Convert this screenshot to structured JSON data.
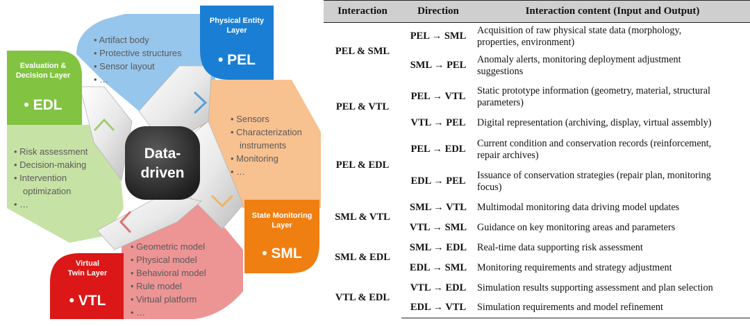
{
  "diagram": {
    "center": [
      "Data-",
      "driven"
    ],
    "layers": {
      "pel": {
        "name_lines": [
          "Physical Entity",
          "Layer"
        ],
        "abbr": "PEL",
        "color": "#1a7fd4",
        "items": [
          "Artifact body",
          "Protective structures",
          "Sensor layout",
          "…"
        ]
      },
      "sml": {
        "name_lines": [
          "State Monitoring",
          "Layer"
        ],
        "abbr": "SML",
        "color": "#f07f12",
        "items": [
          "Sensors",
          "Characterization",
          "instruments",
          "Monitoring",
          "…"
        ]
      },
      "vtl": {
        "name_lines": [
          "Virtual",
          "Twin Layer"
        ],
        "abbr": "VTL",
        "color": "#dc1717",
        "items": [
          "Geometric model",
          "Physical model",
          "Behavioral model",
          "Rule model",
          "Virtual platform",
          "…"
        ]
      },
      "edl": {
        "name_lines": [
          "Evaluation &",
          "Decision Layer"
        ],
        "abbr": "EDL",
        "color": "#82c341",
        "items": [
          "Risk assessment",
          "Decision-making",
          "Intervention",
          "optimization",
          "…"
        ]
      }
    }
  },
  "table": {
    "headers": [
      "Interaction",
      "Direction",
      "Interaction content (Input and Output)"
    ],
    "groups": [
      {
        "interaction": "PEL & SML",
        "rows": [
          {
            "direction": "PEL → SML",
            "content_lines": [
              "Acquisition of raw physical state data (morphology,",
              "properties, environment)"
            ]
          },
          {
            "direction": "SML → PEL",
            "content_lines": [
              "Anomaly alerts, monitoring deployment adjustment",
              "suggestions"
            ]
          }
        ]
      },
      {
        "interaction": "PEL & VTL",
        "rows": [
          {
            "direction": "PEL → VTL",
            "content_lines": [
              "Static prototype information (geometry, material, structural",
              "parameters)"
            ]
          },
          {
            "direction": "VTL → PEL",
            "content_lines": [
              "Digital representation (archiving, display, virtual assembly)"
            ]
          }
        ]
      },
      {
        "interaction": "PEL & EDL",
        "rows": [
          {
            "direction": "PEL → EDL",
            "content_lines": [
              "Current condition and conservation records (reinforcement,",
              "repair archives)"
            ]
          },
          {
            "direction": "EDL → PEL",
            "content_lines": [
              "Issuance of conservation strategies (repair plan, monitoring",
              "focus)"
            ]
          }
        ]
      },
      {
        "interaction": "SML & VTL",
        "rows": [
          {
            "direction": "SML → VTL",
            "content_lines": [
              "Multimodal monitoring data driving model updates"
            ]
          },
          {
            "direction": "VTL → SML",
            "content_lines": [
              "Guidance on key monitoring areas and parameters"
            ]
          }
        ]
      },
      {
        "interaction": "SML & EDL",
        "rows": [
          {
            "direction": "SML → EDL",
            "content_lines": [
              "Real-time data supporting risk assessment"
            ]
          },
          {
            "direction": "EDL → SML",
            "content_lines": [
              "Monitoring requirements and strategy adjustment"
            ]
          }
        ]
      },
      {
        "interaction": "VTL & EDL",
        "rows": [
          {
            "direction": "VTL → EDL",
            "content_lines": [
              "Simulation results supporting assessment and plan selection"
            ]
          },
          {
            "direction": "EDL → VTL",
            "content_lines": [
              "Simulation requirements and model refinement"
            ]
          }
        ]
      }
    ]
  }
}
